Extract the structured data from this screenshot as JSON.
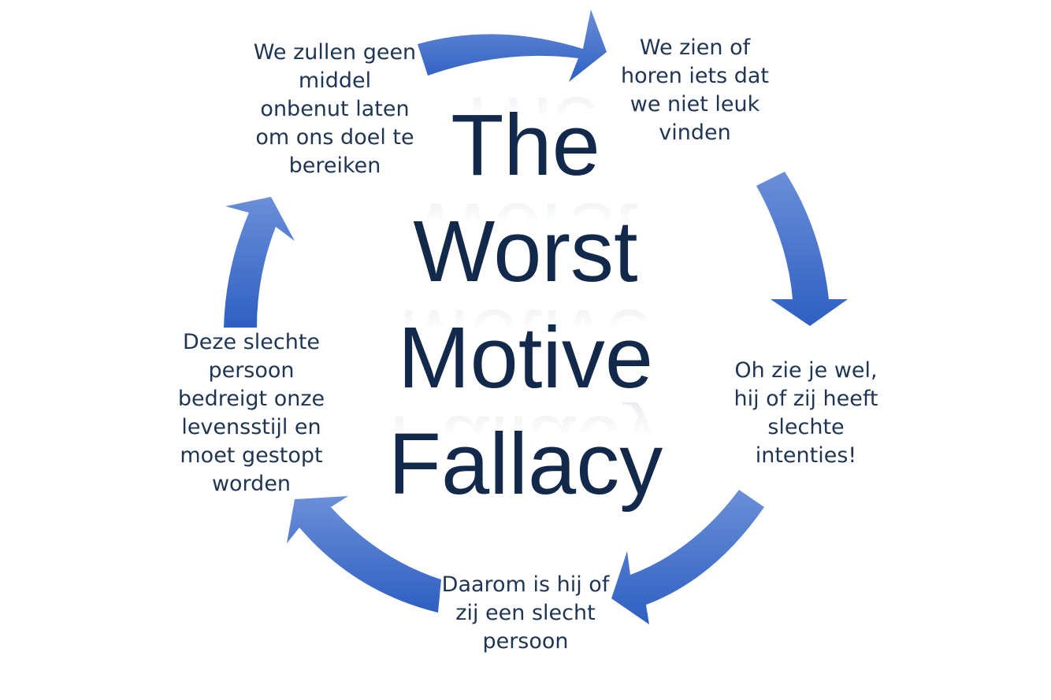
{
  "diagram": {
    "title_lines": [
      "The",
      "Worst",
      "Motive",
      "Fallacy"
    ],
    "steps": [
      "We zullen geen\nmiddel\nonbenut laten\nom ons doel te\nbereiken",
      "We zien of\nhoren iets dat\nwe niet leuk\nvinden",
      "Oh zie je wel,\nhij of zij heeft\nslechte\nintenties!",
      "Daarom is hij of\nzij een slecht\npersoon",
      "Deze slechte\npersoon\nbedreigt onze\nlevensstijl en\nmoet gestopt\nworden"
    ],
    "colors": {
      "arrow_light": "#6b8fd8",
      "arrow_dark": "#2e5fc2",
      "step_text": "#1f3554",
      "title_text": "#12294b",
      "background": "#ffffff"
    }
  }
}
